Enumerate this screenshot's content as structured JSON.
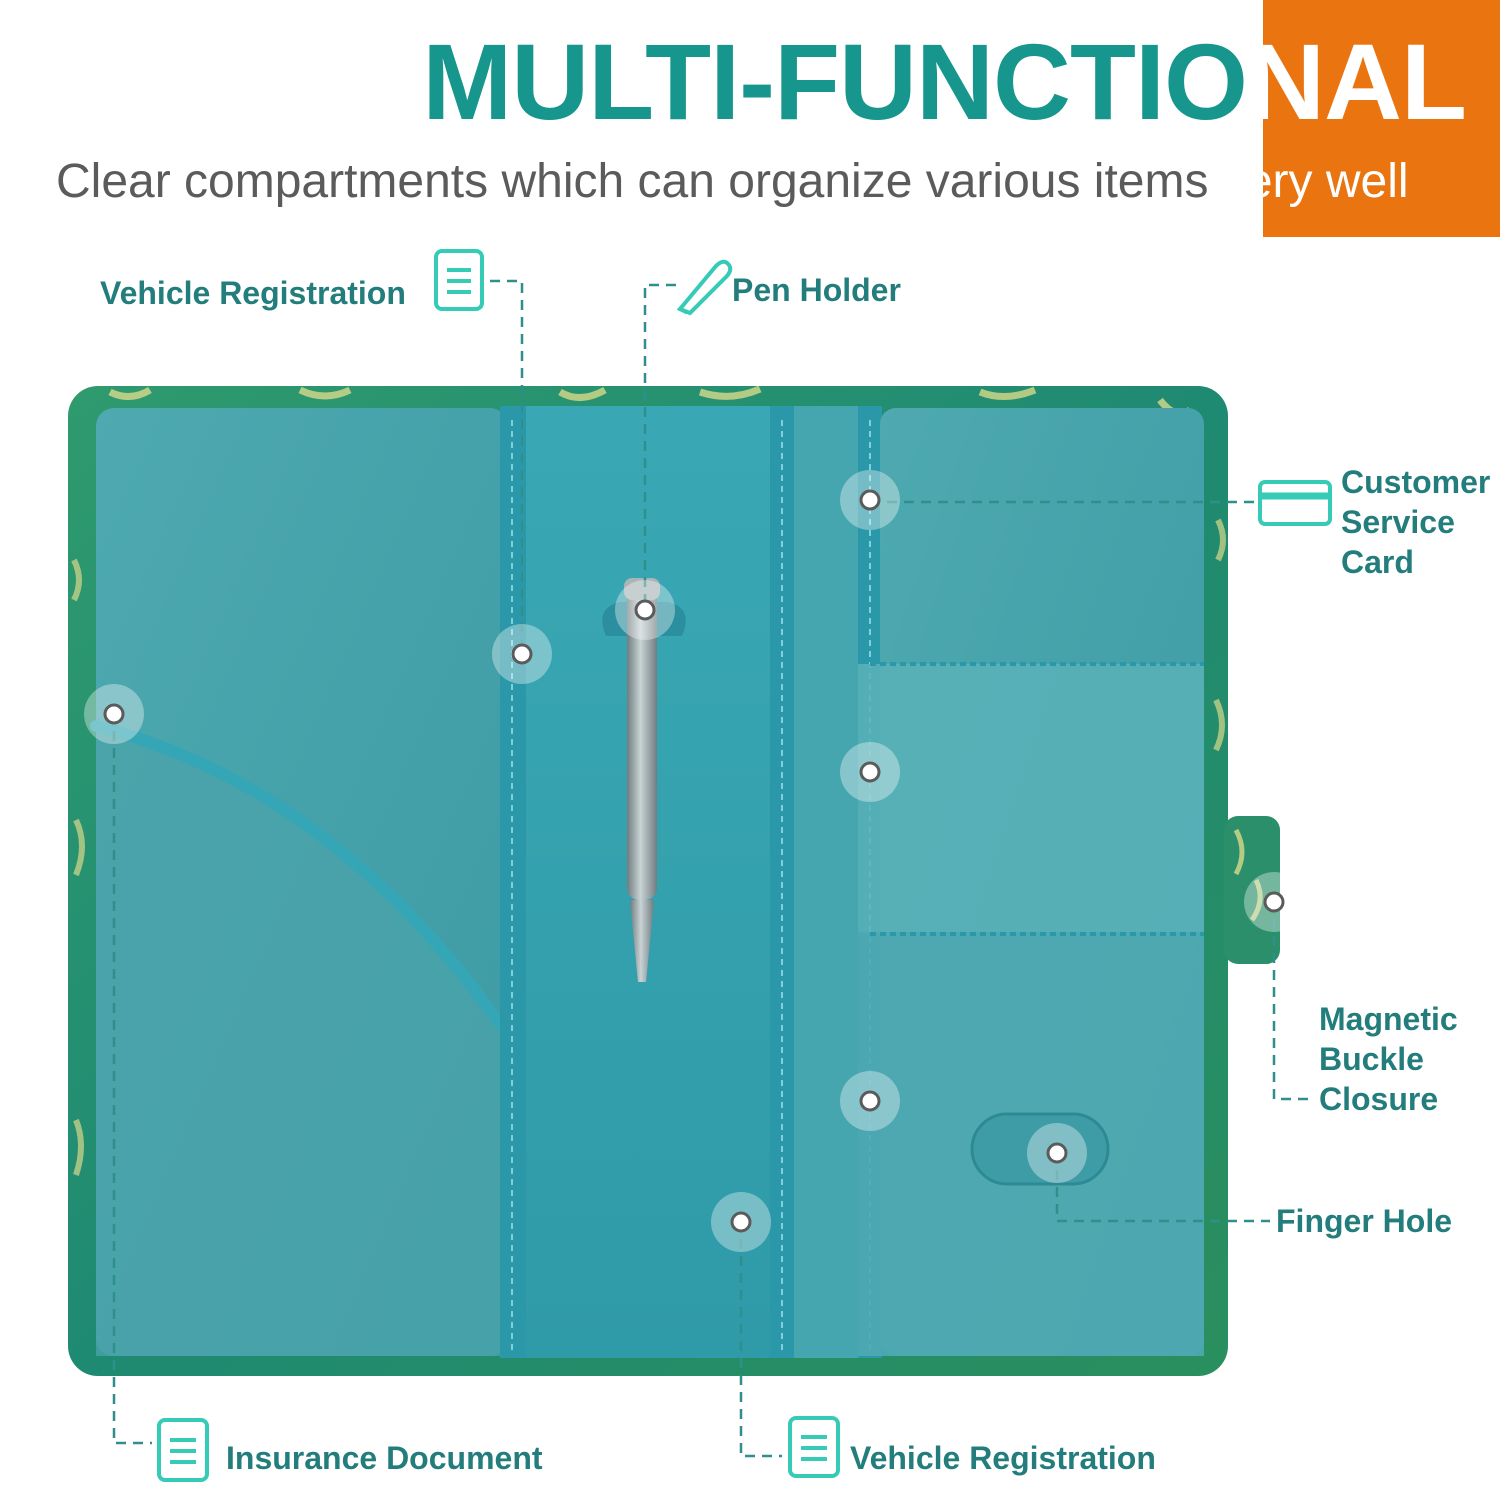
{
  "header": {
    "title_main": "MULTI-FUNCTIO",
    "title_tail": "NAL",
    "subtitle_main": "Clear compartments which can organize various items ",
    "subtitle_tail": "very well"
  },
  "callouts": {
    "vehicle_registration_top": "Vehicle Registration",
    "pen_holder": "Pen Holder",
    "customer_service_card": [
      "Customer",
      "Service",
      "Card"
    ],
    "magnetic_buckle_closure": [
      "Magnetic",
      "Buckle",
      "Closure"
    ],
    "finger_hole": "Finger Hole",
    "insurance_document": "Insurance Document",
    "vehicle_registration_bottom": "Vehicle Registration"
  },
  "colors": {
    "brand_teal": "#17968d",
    "label_teal": "#237d7d",
    "accent_orange": "#ea7410",
    "subtitle_gray": "#5b5b5b",
    "icon_cyan": "#35cbb7"
  }
}
